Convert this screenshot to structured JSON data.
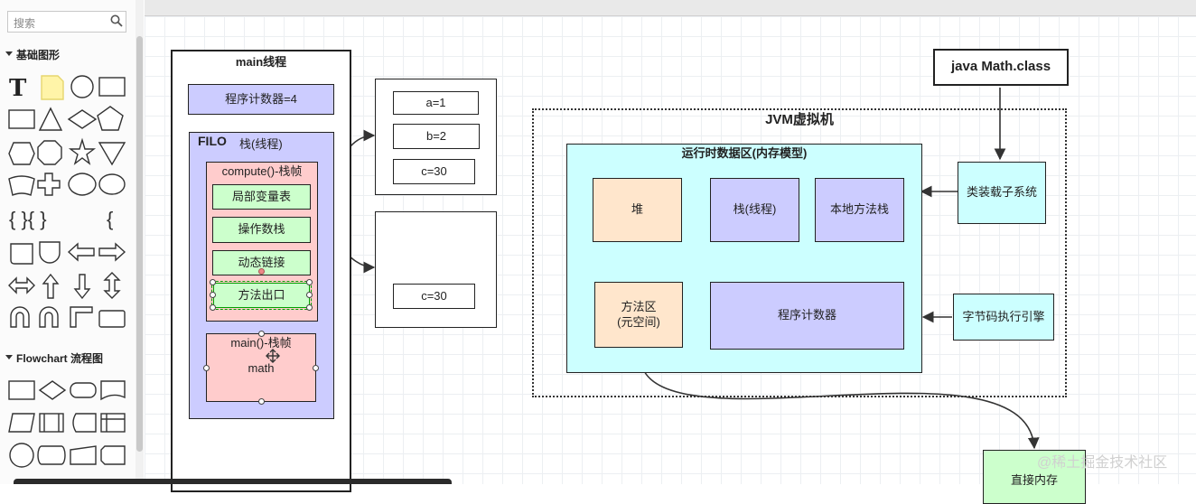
{
  "sidebar": {
    "search_placeholder": "搜索",
    "section_basic": "基础图形",
    "section_flowchart": "Flowchart 流程图"
  },
  "canvas": {
    "main_thread": {
      "title": "main线程",
      "pc": "程序计数器=4",
      "filo": "FILO",
      "stack_label": "栈(线程)",
      "compute_frame": "compute()-栈帧",
      "local_vars": "局部变量表",
      "operand_stack": "操作数栈",
      "dynamic_link": "动态链接",
      "method_exit": "方法出口",
      "main_frame": "main()-栈帧",
      "main_frame_body": "math"
    },
    "locals_box": {
      "a": "a=1",
      "b": "b=2",
      "c": "c=30"
    },
    "operand_box": {
      "c": "c=30"
    },
    "java_class": "java Math.class",
    "jvm": {
      "title": "JVM虚拟机",
      "runtime_area": "运行时数据区(内存模型)",
      "heap": "堆",
      "stack": "栈(线程)",
      "native_stack": "本地方法栈",
      "method_area": "方法区\n(元空间)",
      "pc": "程序计数器"
    },
    "class_loader": "类装载子系统",
    "exec_engine": "字节码执行引擎",
    "direct_memory": "直接内存"
  },
  "watermark": "@稀土掘金技术社区",
  "colors": {
    "pc_fill": "#ccccff",
    "stack_fill": "#ccccff",
    "frame_fill": "#ffcccc",
    "green_fill": "#ccffcc",
    "runtime_fill": "#ccffff",
    "heap_fill": "#ffe6cc",
    "accent_selection": "#00a000"
  }
}
